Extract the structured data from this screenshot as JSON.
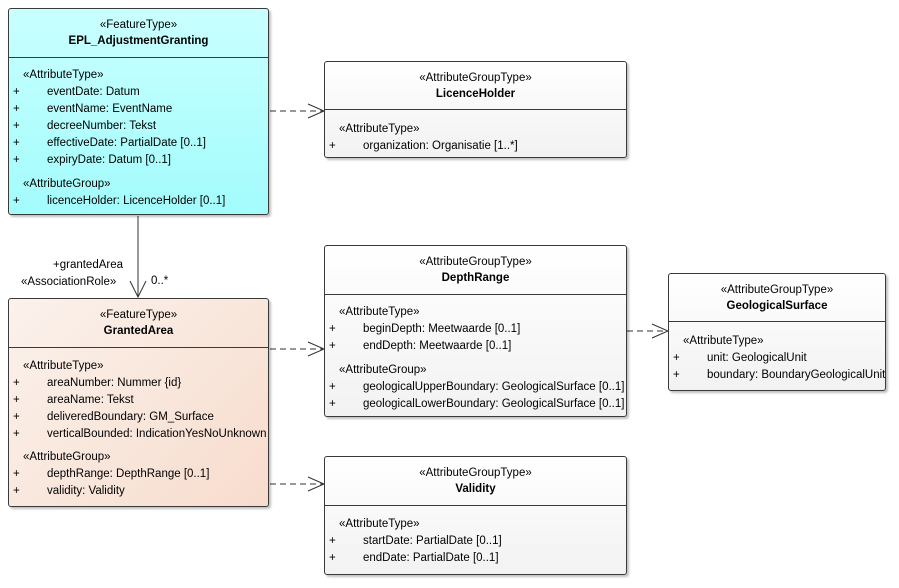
{
  "classes": {
    "adjustment": {
      "stereotype": "«FeatureType»",
      "name": "EPL_AdjustmentGranting",
      "sections": [
        {
          "stereotype": "«AttributeType»",
          "rows": [
            {
              "vis": "+",
              "text": "eventDate: Datum"
            },
            {
              "vis": "+",
              "text": "eventName: EventName"
            },
            {
              "vis": "+",
              "text": "decreeNumber: Tekst"
            },
            {
              "vis": "+",
              "text": "effectiveDate: PartialDate [0..1]"
            },
            {
              "vis": "+",
              "text": "expiryDate: Datum [0..1]"
            }
          ]
        },
        {
          "stereotype": "«AttributeGroup»",
          "rows": [
            {
              "vis": "+",
              "text": "licenceHolder: LicenceHolder [0..1]"
            }
          ]
        }
      ]
    },
    "licenceHolder": {
      "stereotype": "«AttributeGroupType»",
      "name": "LicenceHolder",
      "sections": [
        {
          "stereotype": "«AttributeType»",
          "rows": [
            {
              "vis": "+",
              "text": "organization: Organisatie [1..*]"
            }
          ]
        }
      ]
    },
    "grantedArea": {
      "stereotype": "«FeatureType»",
      "name": "GrantedArea",
      "sections": [
        {
          "stereotype": "«AttributeType»",
          "rows": [
            {
              "vis": "+",
              "text": "areaNumber: Nummer {id}"
            },
            {
              "vis": "+",
              "text": "areaName: Tekst"
            },
            {
              "vis": "+",
              "text": "deliveredBoundary: GM_Surface"
            },
            {
              "vis": "+",
              "text": "verticalBounded: IndicationYesNoUnknown"
            }
          ]
        },
        {
          "stereotype": "«AttributeGroup»",
          "rows": [
            {
              "vis": "+",
              "text": "depthRange: DepthRange [0..1]"
            },
            {
              "vis": "+",
              "text": "validity: Validity"
            }
          ]
        }
      ]
    },
    "depthRange": {
      "stereotype": "«AttributeGroupType»",
      "name": "DepthRange",
      "sections": [
        {
          "stereotype": "«AttributeType»",
          "rows": [
            {
              "vis": "+",
              "text": "beginDepth: Meetwaarde [0..1]"
            },
            {
              "vis": "+",
              "text": "endDepth: Meetwaarde [0..1]"
            }
          ]
        },
        {
          "stereotype": "«AttributeGroup»",
          "rows": [
            {
              "vis": "+",
              "text": "geologicalUpperBoundary: GeologicalSurface [0..1]"
            },
            {
              "vis": "+",
              "text": "geologicalLowerBoundary: GeologicalSurface [0..1]"
            }
          ]
        }
      ]
    },
    "geologicalSurface": {
      "stereotype": "«AttributeGroupType»",
      "name": "GeologicalSurface",
      "sections": [
        {
          "stereotype": "«AttributeType»",
          "rows": [
            {
              "vis": "+",
              "text": "unit: GeologicalUnit"
            },
            {
              "vis": "+",
              "text": "boundary: BoundaryGeologicalUnit"
            }
          ]
        }
      ]
    },
    "validity": {
      "stereotype": "«AttributeGroupType»",
      "name": "Validity",
      "sections": [
        {
          "stereotype": "«AttributeType»",
          "rows": [
            {
              "vis": "+",
              "text": "startDate: PartialDate [0..1]"
            },
            {
              "vis": "+",
              "text": "endDate: PartialDate [0..1]"
            }
          ]
        }
      ]
    }
  },
  "association": {
    "role": "+grantedArea",
    "role_stereotype": "«AssociationRole»",
    "multiplicity": "0..*"
  },
  "colors": {
    "feature_cyan": "#a6ffff",
    "feature_salmon": "#f7dccd",
    "group_fill": "#f2f2f2",
    "line": "#3a3a3a"
  }
}
